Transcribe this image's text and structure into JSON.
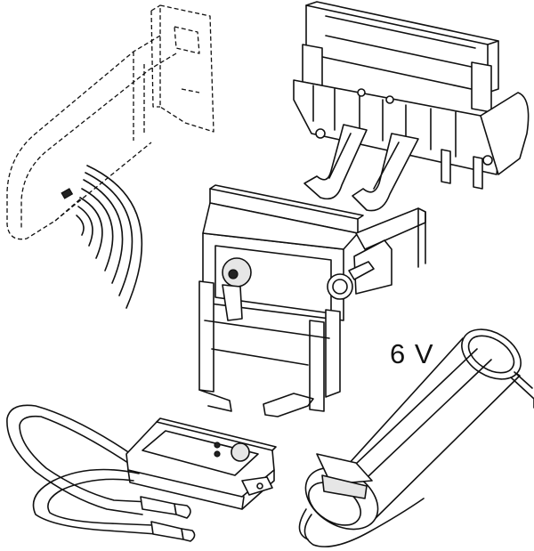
{
  "labels": {
    "voltage": "6 V"
  },
  "components": [
    {
      "id": "sensor-bracket",
      "icon": "dashed-wall-bracket-icon"
    },
    {
      "id": "actuator-clip",
      "icon": "clip-mechanism-icon"
    },
    {
      "id": "flush-valve-unit",
      "icon": "solenoid-valve-icon"
    },
    {
      "id": "control-box",
      "icon": "control-box-icon"
    },
    {
      "id": "battery-pack",
      "icon": "battery-tube-icon"
    }
  ]
}
